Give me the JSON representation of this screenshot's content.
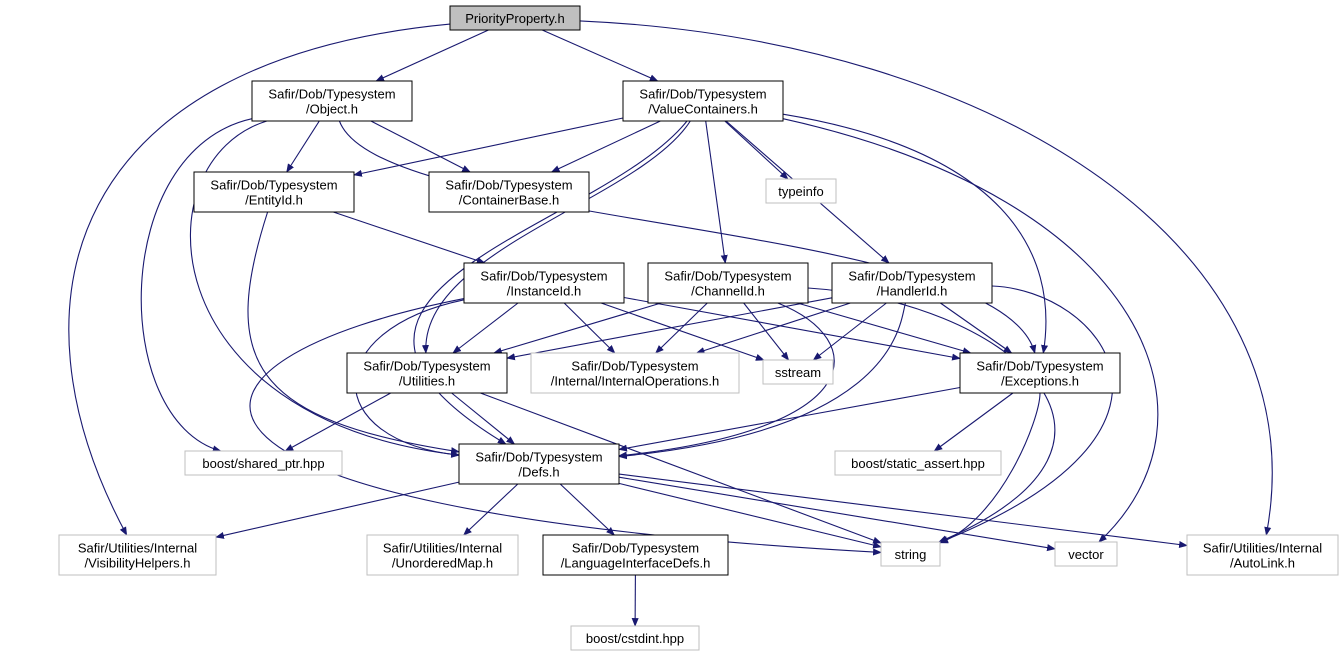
{
  "colors": {
    "edge": "#191970",
    "root_fill": "#bfbfbf",
    "doc_border": "#000000",
    "external_border": "#bfbfbf"
  },
  "nodes": {
    "root": {
      "lines": [
        "PriorityProperty.h"
      ],
      "kind": "root"
    },
    "object": {
      "lines": [
        "Safir/Dob/Typesystem",
        "/Object.h"
      ],
      "kind": "documented"
    },
    "valuecontainers": {
      "lines": [
        "Safir/Dob/Typesystem",
        "/ValueContainers.h"
      ],
      "kind": "documented"
    },
    "entityid": {
      "lines": [
        "Safir/Dob/Typesystem",
        "/EntityId.h"
      ],
      "kind": "documented"
    },
    "containerbase": {
      "lines": [
        "Safir/Dob/Typesystem",
        "/ContainerBase.h"
      ],
      "kind": "documented"
    },
    "typeinfo": {
      "lines": [
        "typeinfo"
      ],
      "kind": "external"
    },
    "instanceid": {
      "lines": [
        "Safir/Dob/Typesystem",
        "/InstanceId.h"
      ],
      "kind": "documented"
    },
    "channelid": {
      "lines": [
        "Safir/Dob/Typesystem",
        "/ChannelId.h"
      ],
      "kind": "documented"
    },
    "handlerid": {
      "lines": [
        "Safir/Dob/Typesystem",
        "/HandlerId.h"
      ],
      "kind": "documented"
    },
    "utilities": {
      "lines": [
        "Safir/Dob/Typesystem",
        "/Utilities.h"
      ],
      "kind": "documented"
    },
    "internalops": {
      "lines": [
        "Safir/Dob/Typesystem",
        "/Internal/InternalOperations.h"
      ],
      "kind": "external"
    },
    "sstream": {
      "lines": [
        "sstream"
      ],
      "kind": "external"
    },
    "exceptions": {
      "lines": [
        "Safir/Dob/Typesystem",
        "/Exceptions.h"
      ],
      "kind": "documented"
    },
    "sharedptr": {
      "lines": [
        "boost/shared_ptr.hpp"
      ],
      "kind": "external"
    },
    "defs": {
      "lines": [
        "Safir/Dob/Typesystem",
        "/Defs.h"
      ],
      "kind": "documented"
    },
    "staticassert": {
      "lines": [
        "boost/static_assert.hpp"
      ],
      "kind": "external"
    },
    "visibility": {
      "lines": [
        "Safir/Utilities/Internal",
        "/VisibilityHelpers.h"
      ],
      "kind": "external"
    },
    "unorderedmap": {
      "lines": [
        "Safir/Utilities/Internal",
        "/UnorderedMap.h"
      ],
      "kind": "external"
    },
    "langiface": {
      "lines": [
        "Safir/Dob/Typesystem",
        "/LanguageInterfaceDefs.h"
      ],
      "kind": "documented"
    },
    "string": {
      "lines": [
        "string"
      ],
      "kind": "external"
    },
    "vector": {
      "lines": [
        "vector"
      ],
      "kind": "external"
    },
    "autolink": {
      "lines": [
        "Safir/Utilities/Internal",
        "/AutoLink.h"
      ],
      "kind": "external"
    },
    "cstdint": {
      "lines": [
        "boost/cstdint.hpp"
      ],
      "kind": "external"
    }
  },
  "edges": [
    [
      "root",
      "object"
    ],
    [
      "root",
      "valuecontainers"
    ],
    [
      "root",
      "visibility"
    ],
    [
      "root",
      "autolink"
    ],
    [
      "object",
      "entityid"
    ],
    [
      "object",
      "containerbase"
    ],
    [
      "object",
      "exceptions"
    ],
    [
      "object",
      "sharedptr"
    ],
    [
      "object",
      "defs"
    ],
    [
      "valuecontainers",
      "entityid"
    ],
    [
      "valuecontainers",
      "containerbase"
    ],
    [
      "valuecontainers",
      "typeinfo"
    ],
    [
      "valuecontainers",
      "channelid"
    ],
    [
      "valuecontainers",
      "handlerid"
    ],
    [
      "valuecontainers",
      "exceptions"
    ],
    [
      "valuecontainers",
      "utilities"
    ],
    [
      "valuecontainers",
      "defs"
    ],
    [
      "valuecontainers",
      "vector"
    ],
    [
      "entityid",
      "instanceid"
    ],
    [
      "entityid",
      "defs"
    ],
    [
      "instanceid",
      "utilities"
    ],
    [
      "instanceid",
      "internalops"
    ],
    [
      "instanceid",
      "sstream"
    ],
    [
      "instanceid",
      "exceptions"
    ],
    [
      "instanceid",
      "defs"
    ],
    [
      "instanceid",
      "string"
    ],
    [
      "channelid",
      "utilities"
    ],
    [
      "channelid",
      "internalops"
    ],
    [
      "channelid",
      "sstream"
    ],
    [
      "channelid",
      "exceptions"
    ],
    [
      "channelid",
      "defs"
    ],
    [
      "channelid",
      "string"
    ],
    [
      "handlerid",
      "utilities"
    ],
    [
      "handlerid",
      "internalops"
    ],
    [
      "handlerid",
      "sstream"
    ],
    [
      "handlerid",
      "exceptions"
    ],
    [
      "handlerid",
      "defs"
    ],
    [
      "handlerid",
      "string"
    ],
    [
      "utilities",
      "sharedptr"
    ],
    [
      "utilities",
      "defs"
    ],
    [
      "utilities",
      "string"
    ],
    [
      "exceptions",
      "defs"
    ],
    [
      "exceptions",
      "staticassert"
    ],
    [
      "exceptions",
      "string"
    ],
    [
      "defs",
      "visibility"
    ],
    [
      "defs",
      "unorderedmap"
    ],
    [
      "defs",
      "langiface"
    ],
    [
      "defs",
      "string"
    ],
    [
      "defs",
      "vector"
    ],
    [
      "defs",
      "autolink"
    ],
    [
      "langiface",
      "cstdint"
    ]
  ]
}
